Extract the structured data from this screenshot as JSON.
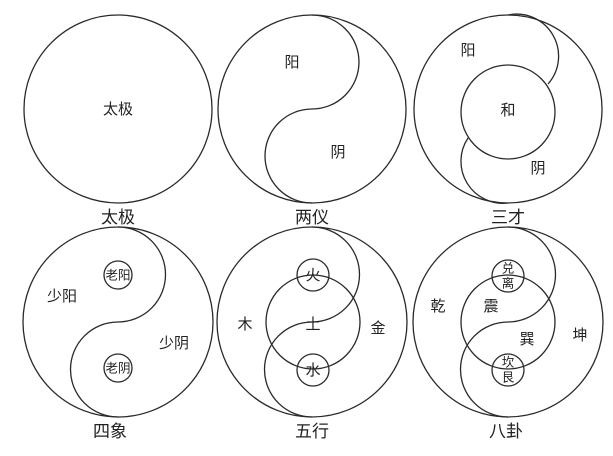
{
  "diagrams": [
    {
      "caption": "太极",
      "labels": {
        "center": "太极"
      }
    },
    {
      "caption": "两仪",
      "labels": {
        "yang": "阳",
        "yin": "阴"
      }
    },
    {
      "caption": "三才",
      "labels": {
        "yang": "阳",
        "center": "和",
        "yin": "阴"
      }
    },
    {
      "caption": "四象",
      "labels": {
        "shaoyang": "少阳",
        "laoyang": "老阳",
        "shaoyin": "少阴",
        "laoyin": "老阴"
      }
    },
    {
      "caption": "五行",
      "labels": {
        "fire": "火",
        "wood": "木",
        "earth": "土",
        "metal": "金",
        "water": "水"
      }
    },
    {
      "caption": "八卦",
      "labels": {
        "dui": "兑",
        "li": "离",
        "qian": "乾",
        "zhen": "震",
        "xun": "巽",
        "kun": "坤",
        "kan": "坎",
        "gen": "艮"
      }
    }
  ],
  "colors": {
    "line": "#2a2a2a",
    "text": "#222222",
    "background": "#ffffff"
  }
}
